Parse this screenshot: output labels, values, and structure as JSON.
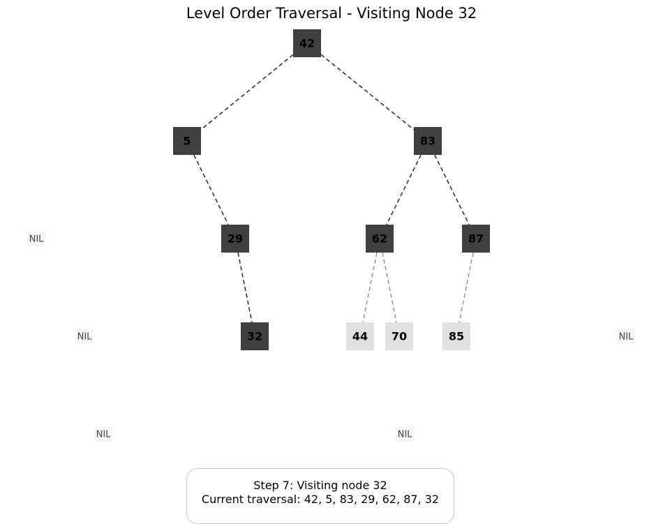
{
  "title": "Level Order Traversal - Visiting Node 32",
  "colors": {
    "visited_fill": "#404040",
    "unvisited_fill": "#e0e0e0",
    "nil_fill": "#f5f5f5",
    "visited_edge": "#333333",
    "unvisited_edge": "#999999"
  },
  "nodes": [
    {
      "id": "n42",
      "label": "42",
      "state": "visited"
    },
    {
      "id": "n5",
      "label": "5",
      "state": "visited"
    },
    {
      "id": "n83",
      "label": "83",
      "state": "visited"
    },
    {
      "id": "n29",
      "label": "29",
      "state": "visited"
    },
    {
      "id": "n62",
      "label": "62",
      "state": "visited"
    },
    {
      "id": "n87",
      "label": "87",
      "state": "visited"
    },
    {
      "id": "n32",
      "label": "32",
      "state": "visited"
    },
    {
      "id": "n44",
      "label": "44",
      "state": "unvisited"
    },
    {
      "id": "n70",
      "label": "70",
      "state": "unvisited"
    },
    {
      "id": "n85",
      "label": "85",
      "state": "unvisited"
    }
  ],
  "nil_markers": [
    {
      "id": "nil1",
      "label": "NIL"
    },
    {
      "id": "nil2",
      "label": "NIL"
    },
    {
      "id": "nil3",
      "label": "NIL"
    },
    {
      "id": "nil4",
      "label": "NIL"
    },
    {
      "id": "nil5",
      "label": "NIL"
    }
  ],
  "edges": [
    {
      "from": "n42",
      "to": "n5",
      "state": "visited"
    },
    {
      "from": "n42",
      "to": "n83",
      "state": "visited"
    },
    {
      "from": "n5",
      "to": "n29",
      "state": "visited"
    },
    {
      "from": "n83",
      "to": "n62",
      "state": "visited"
    },
    {
      "from": "n83",
      "to": "n87",
      "state": "visited"
    },
    {
      "from": "n29",
      "to": "n32",
      "state": "visited"
    },
    {
      "from": "n62",
      "to": "n44",
      "state": "unvisited"
    },
    {
      "from": "n62",
      "to": "n70",
      "state": "unvisited"
    },
    {
      "from": "n87",
      "to": "n85",
      "state": "unvisited"
    }
  ],
  "status": {
    "step_line": "Step 7: Visiting node 32",
    "traversal_line": "Current traversal: 42, 5, 83, 29, 62, 87, 32"
  }
}
